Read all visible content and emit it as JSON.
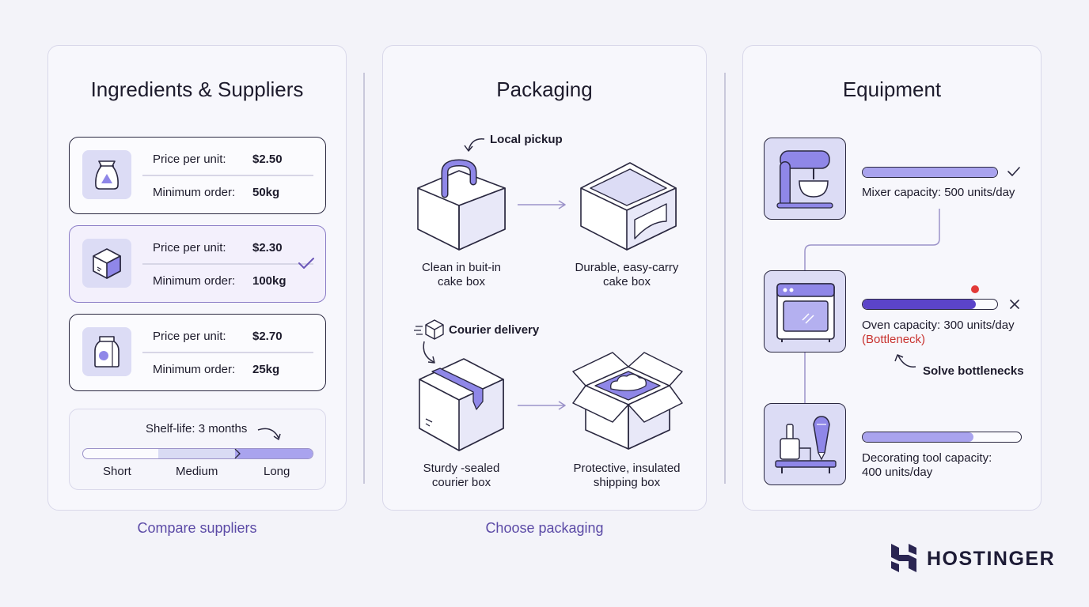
{
  "ingredients": {
    "title": "Ingredients & Suppliers",
    "caption": "Compare suppliers",
    "suppliers": [
      {
        "price_label": "Price per unit:",
        "price": "$2.50",
        "min_label": "Minimum order:",
        "min": "50kg",
        "icon": "flour-bag-icon",
        "selected": false
      },
      {
        "price_label": "Price per unit:",
        "price": "$2.30",
        "min_label": "Minimum order:",
        "min": "100kg",
        "icon": "cube-box-icon",
        "selected": true
      },
      {
        "price_label": "Price per unit:",
        "price": "$2.70",
        "min_label": "Minimum order:",
        "min": "25kg",
        "icon": "pouch-bag-icon",
        "selected": false
      }
    ],
    "shelf_life": {
      "title": "Shelf-life: 3 months",
      "levels": [
        "Short",
        "Medium",
        "Long"
      ],
      "selected": "Long"
    }
  },
  "packaging": {
    "title": "Packaging",
    "caption": "Choose packaging",
    "local_pickup": {
      "tag": "Local pickup",
      "from_label": "Clean in buit-in cake box",
      "from_line1": "Clean in buit-in",
      "from_line2": "cake box",
      "to_line1": "Durable, easy-carry",
      "to_line2": "cake box"
    },
    "courier": {
      "tag": "Courier delivery",
      "from_line1": "Sturdy -sealed",
      "from_line2": "courier box",
      "to_line1": "Protective, insulated",
      "to_line2": "shipping box"
    }
  },
  "equipment": {
    "title": "Equipment",
    "items": [
      {
        "icon": "stand-mixer-icon",
        "line1": "Mixer capacity: 500 units/day",
        "line2": "",
        "fill": 1.0,
        "status": "ok",
        "status_icon": "check-icon"
      },
      {
        "icon": "oven-icon",
        "line1": "Oven capacity: 300 units/day",
        "line2": "(Bottleneck)",
        "fill": 0.8,
        "status": "bottleneck",
        "status_icon": "close-icon"
      },
      {
        "icon": "decorating-tool-icon",
        "line1": "Decorating tool capacity:",
        "line2": "400 units/day",
        "fill": 0.7,
        "status": "",
        "status_icon": ""
      }
    ],
    "callout": "Solve bottlenecks"
  },
  "brand": {
    "name": "HOSTINGER"
  },
  "colors": {
    "accent": "#5b4aa6",
    "fill_light": "#dcdcf5",
    "fill_strong": "#5b44c9",
    "bottleneck": "#c8322f"
  }
}
